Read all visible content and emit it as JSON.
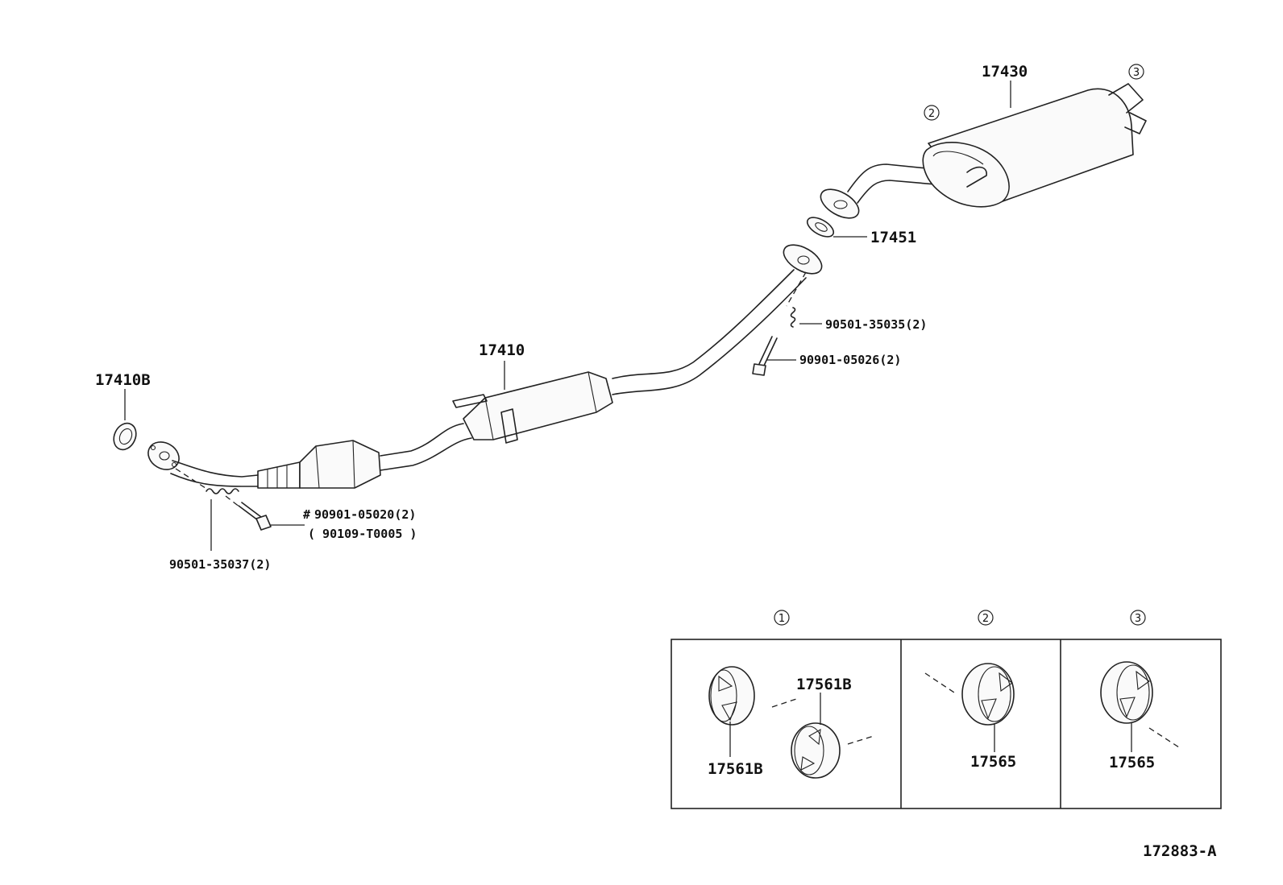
{
  "labels": {
    "front_pipe_gasket": "17410B",
    "front_pipe": "17410",
    "tail_pipe": "17430",
    "gasket": "17451",
    "spring_front": "90501-35037(2)",
    "bolt_front_mark": "#",
    "bolt_front": "90901-05020(2)",
    "bolt_front_alt": "( 90109-T0005 )",
    "spring_rear": "90501-35035(2)",
    "bolt_rear": "90901-05026(2)",
    "hanger_a_left": "17561B",
    "hanger_a_right": "17561B",
    "hanger_b": "17565",
    "hanger_c": "17565",
    "diagram_code": "172883-A"
  },
  "callouts": {
    "c1": "1",
    "c2": "2",
    "c3": "3"
  }
}
